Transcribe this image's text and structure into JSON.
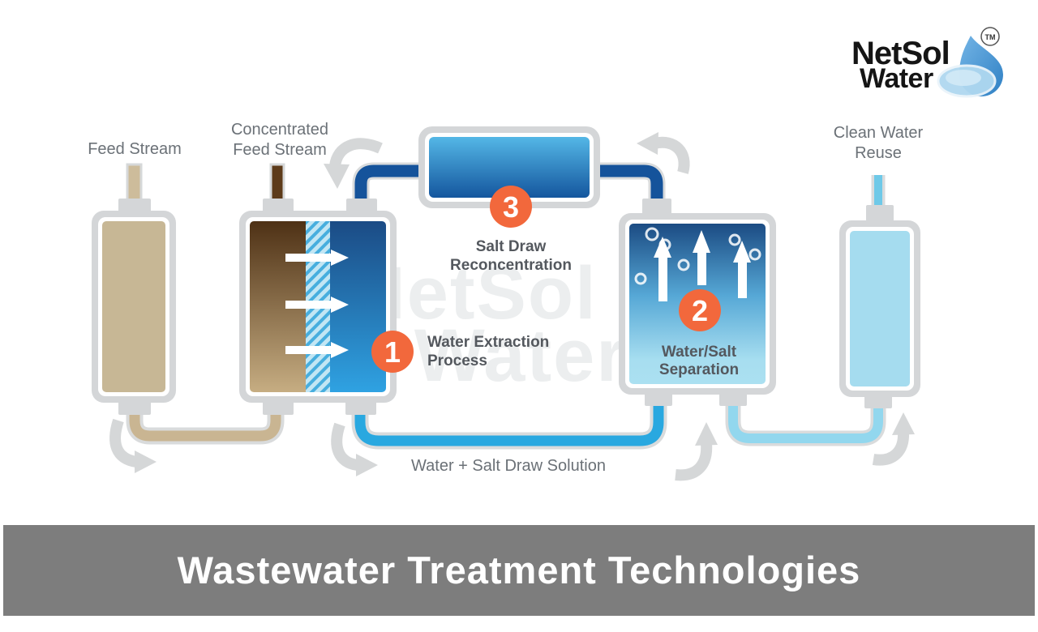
{
  "logo": {
    "name_line1": "NetSol",
    "name_line2": "Water",
    "trademark": "TM"
  },
  "watermark": {
    "line1": "NetSol",
    "line2": "Water"
  },
  "diagram": {
    "tanks": {
      "feed": {
        "label": "Feed Stream"
      },
      "concentrated_feed": {
        "label_line1": "Concentrated",
        "label_line2": "Feed Stream"
      },
      "separation": {
        "label_line1": "Water/Salt",
        "label_line2": "Separation"
      },
      "clean_water": {
        "label_line1": "Clean Water",
        "label_line2": "Reuse"
      }
    },
    "steps": {
      "step1": {
        "number": "1",
        "label_line1": "Water Extraction",
        "label_line2": "Process"
      },
      "step2": {
        "number": "2"
      },
      "step3": {
        "number": "3",
        "label_line1": "Salt Draw",
        "label_line2": "Reconcentration"
      }
    },
    "pipes": {
      "bottom_label": "Water + Salt Draw Solution"
    }
  },
  "banner": {
    "title": "Wastewater Treatment Technologies"
  },
  "colors": {
    "badge_orange": "#F2683C",
    "pipe_dark_blue": "#15539B",
    "pipe_bright_blue": "#29A8E0",
    "pipe_pale_blue": "#92D7EE",
    "pipe_tan": "#C9B592",
    "tank_border_gray": "#D4D6D8",
    "feed_fill_tan": "#C7B795",
    "brown_dark": "#57391C",
    "clean_fill": "#A5DCEF",
    "banner_gray": "#7D7D7D",
    "label_gray": "#6B7177",
    "label_dark": "#54585E"
  }
}
